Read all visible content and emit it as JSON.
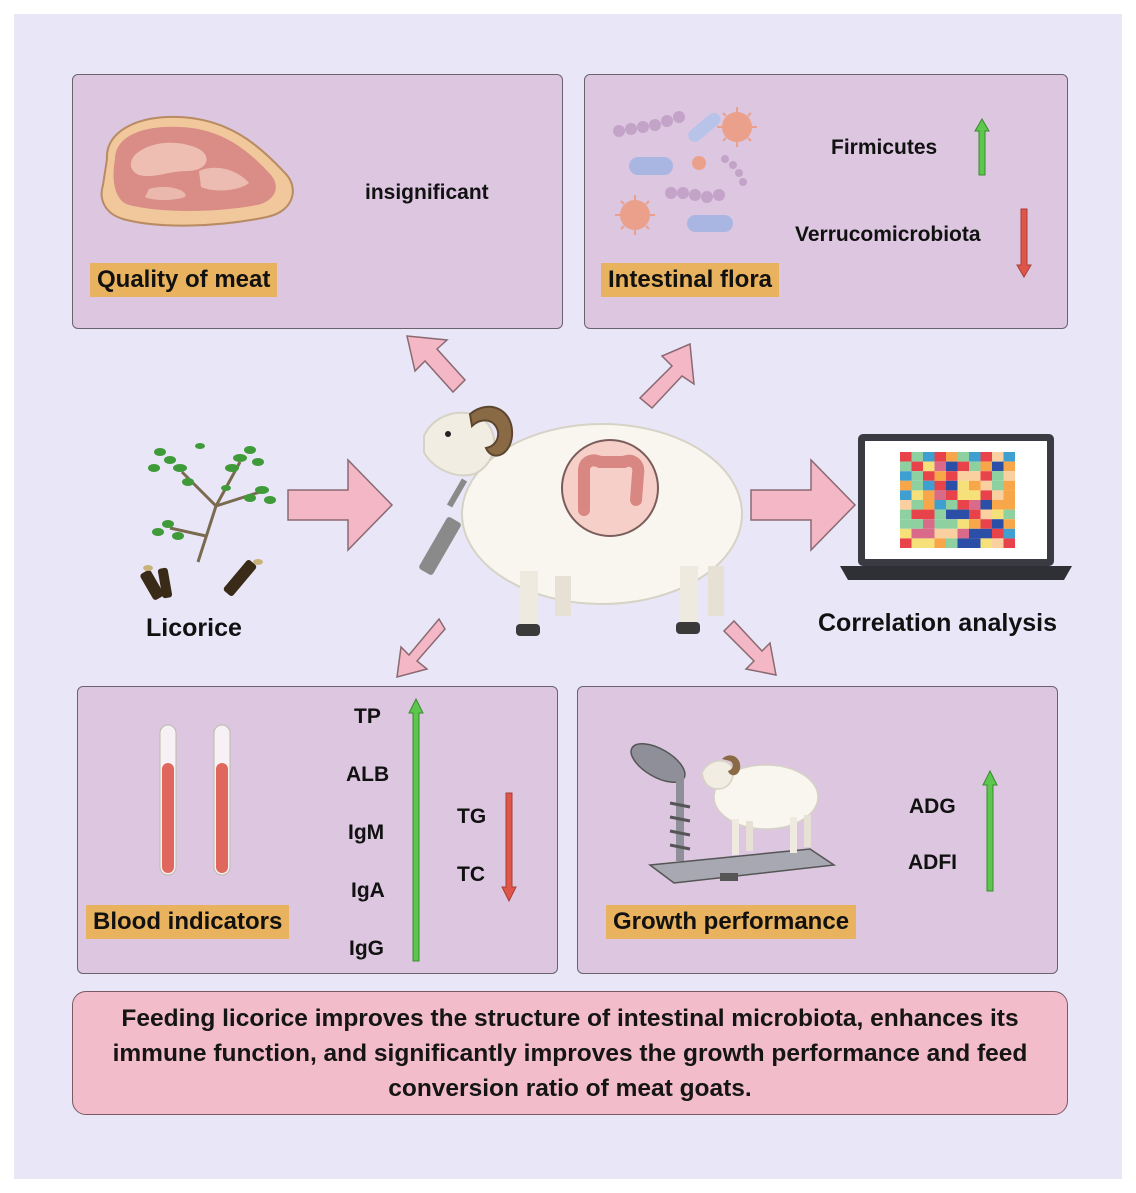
{
  "meat_panel": {
    "tag": "Quality of meat",
    "result": "insignificant"
  },
  "flora_panel": {
    "tag": "Intestinal flora",
    "items": [
      {
        "label": "Firmicutes",
        "trend": "up"
      },
      {
        "label": "Verrucomicrobiota",
        "trend": "down"
      }
    ]
  },
  "licorice_label": "Licorice",
  "correlation_label": "Correlation analysis",
  "blood_panel": {
    "tag": "Blood indicators",
    "up_group": [
      "TP",
      "ALB",
      "IgM",
      "IgA",
      "IgG"
    ],
    "down_group": [
      "TG",
      "TC"
    ]
  },
  "growth_panel": {
    "tag": "Growth performance",
    "up_group": [
      "ADG",
      "ADFI"
    ]
  },
  "summary_text": "Feeding licorice improves the structure of intestinal microbiota, enhances its immune function, and significantly improves the growth performance and feed conversion ratio of meat goats.",
  "colors": {
    "background": "#e9e7f7",
    "panel": "#dcc6e0",
    "tag": "#e8b25f",
    "arrow_pink": "#f4b7c6",
    "arrow_up": "#5cc64d",
    "arrow_down": "#e0554a",
    "summary": "#f2bccb"
  }
}
